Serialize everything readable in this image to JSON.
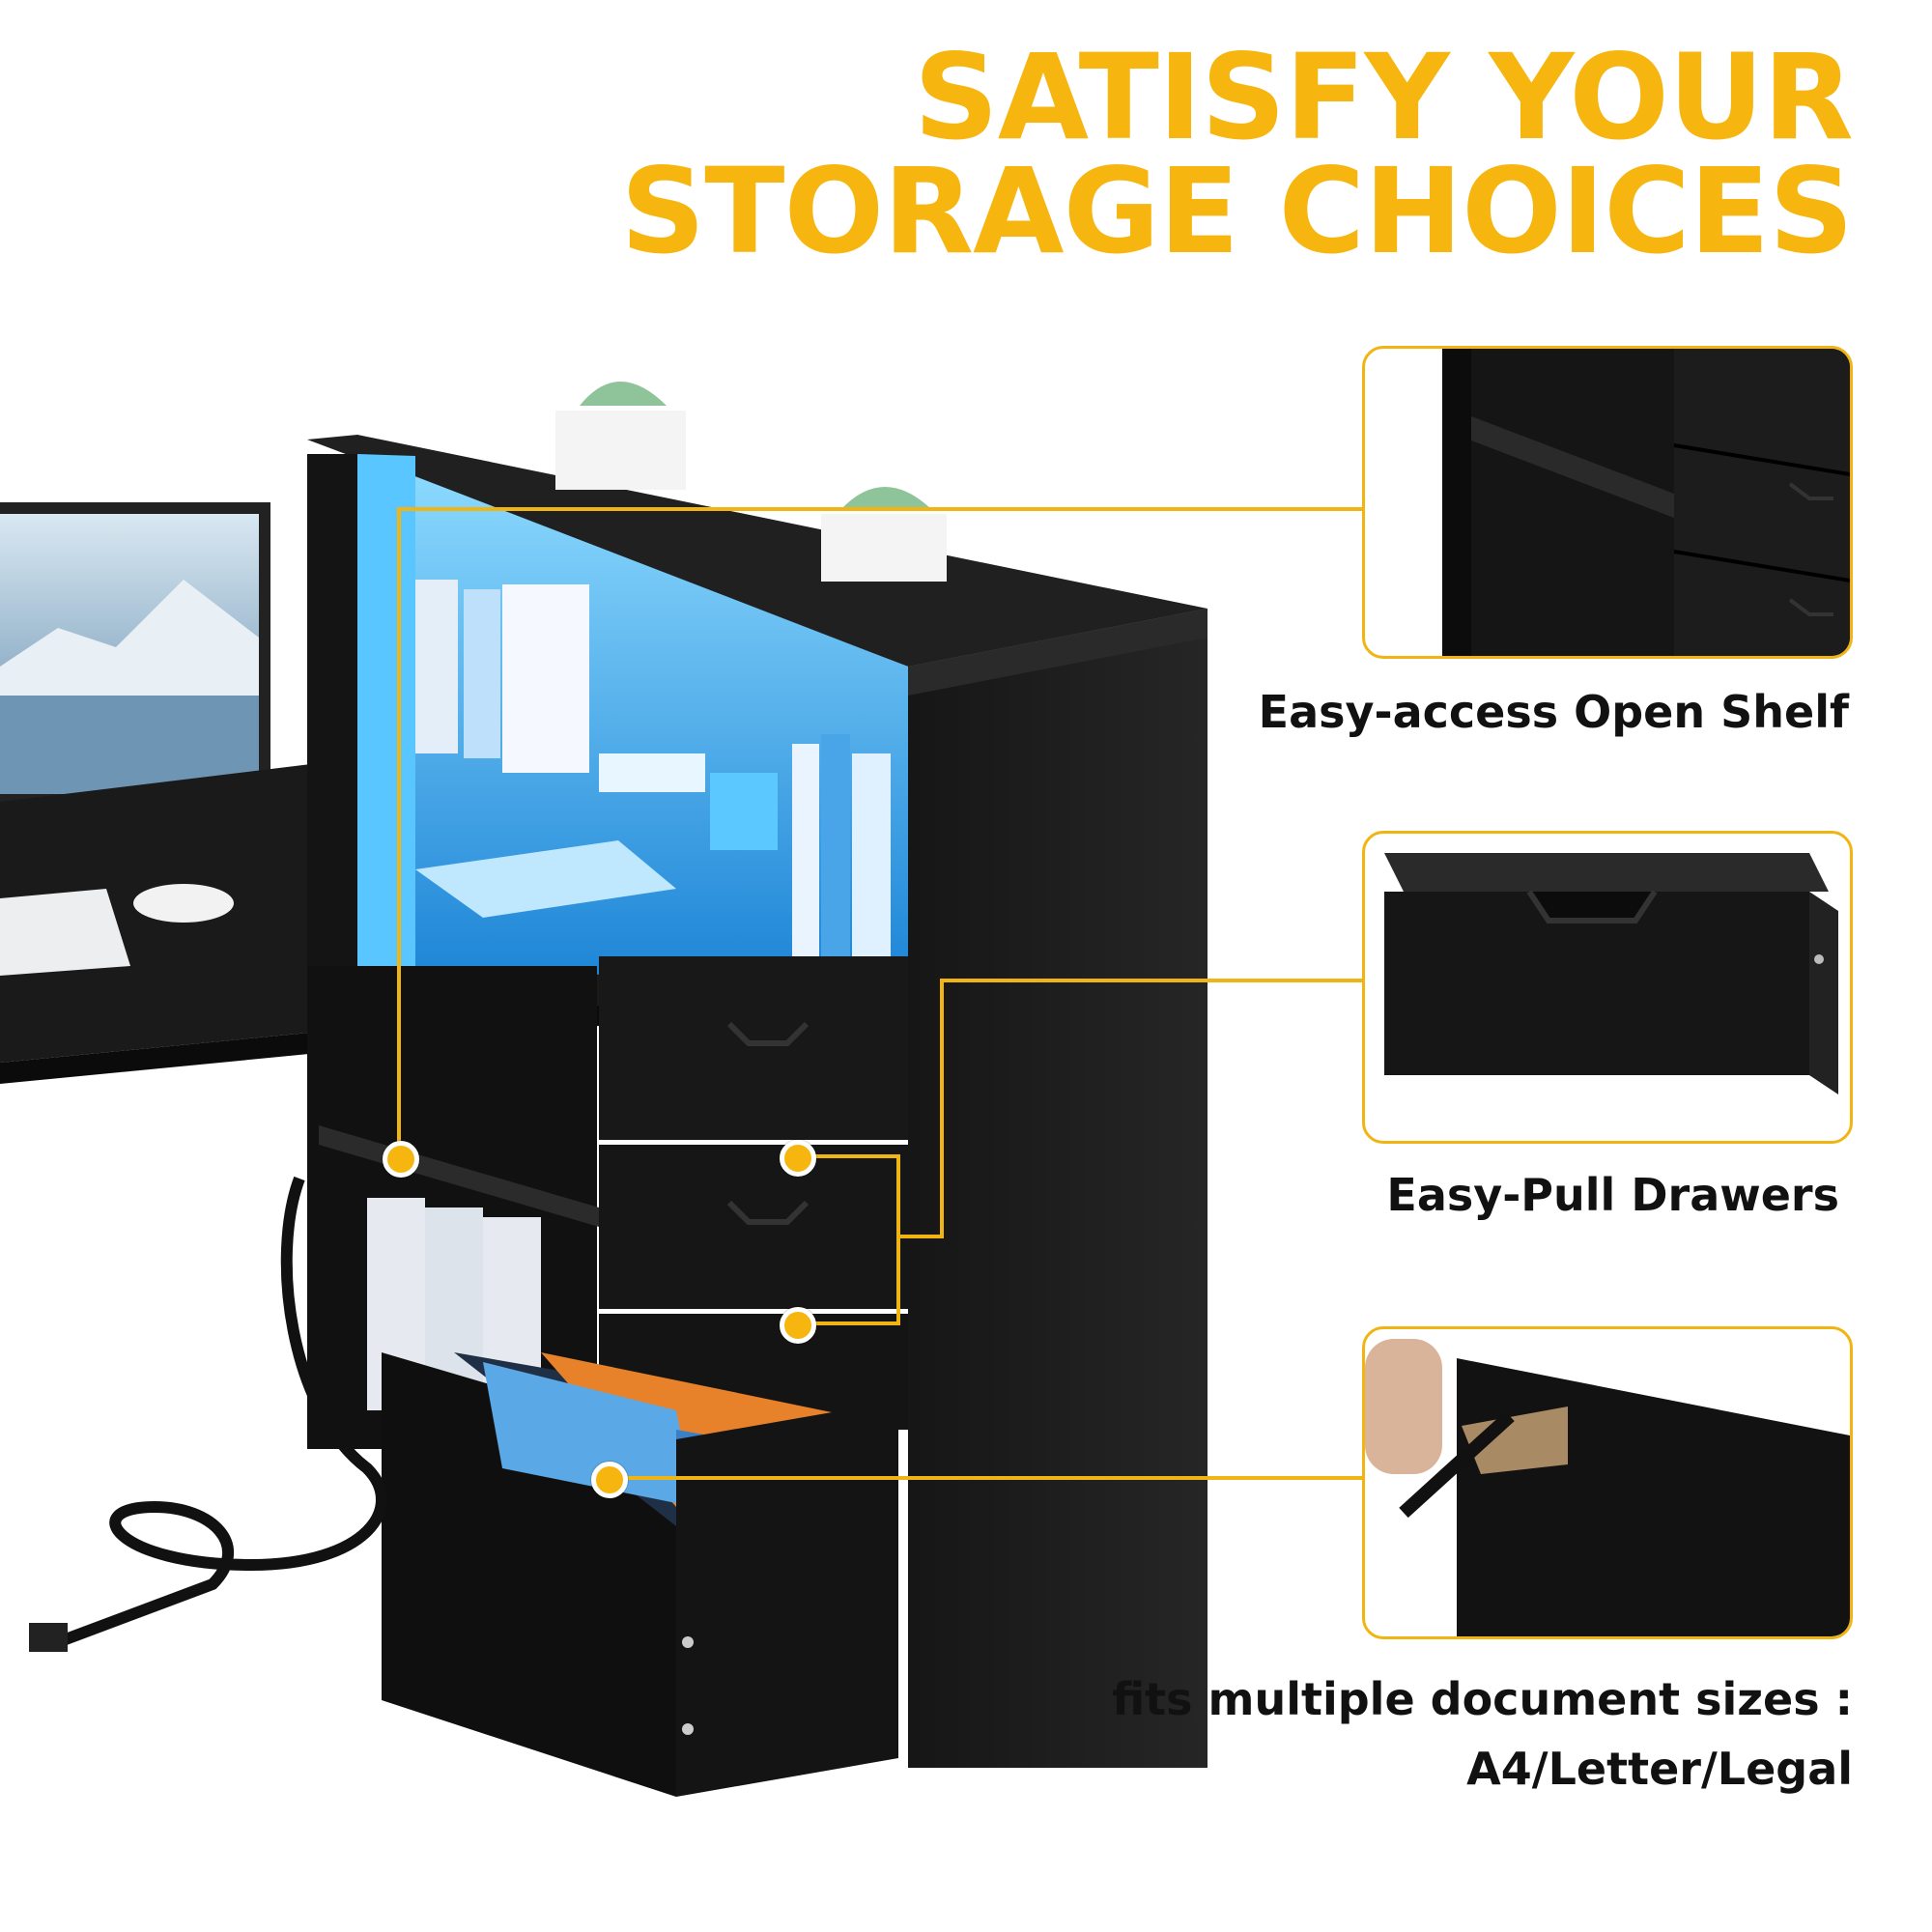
{
  "headline": {
    "line1": "SATISFY YOUR",
    "line2": "STORAGE CHOICES"
  },
  "features": [
    {
      "label": "Easy-access Open Shelf"
    },
    {
      "label": "Easy-Pull Drawers"
    },
    {
      "label_line1": "fits multiple document sizes :",
      "label_line2": "A4/Letter/Legal"
    }
  ],
  "colors": {
    "accent": "#f6b60f",
    "desk": "#111111",
    "led": "#3fb8ff",
    "folders_orange": "#e8822a",
    "folders_blue": "#5aa9e6"
  }
}
